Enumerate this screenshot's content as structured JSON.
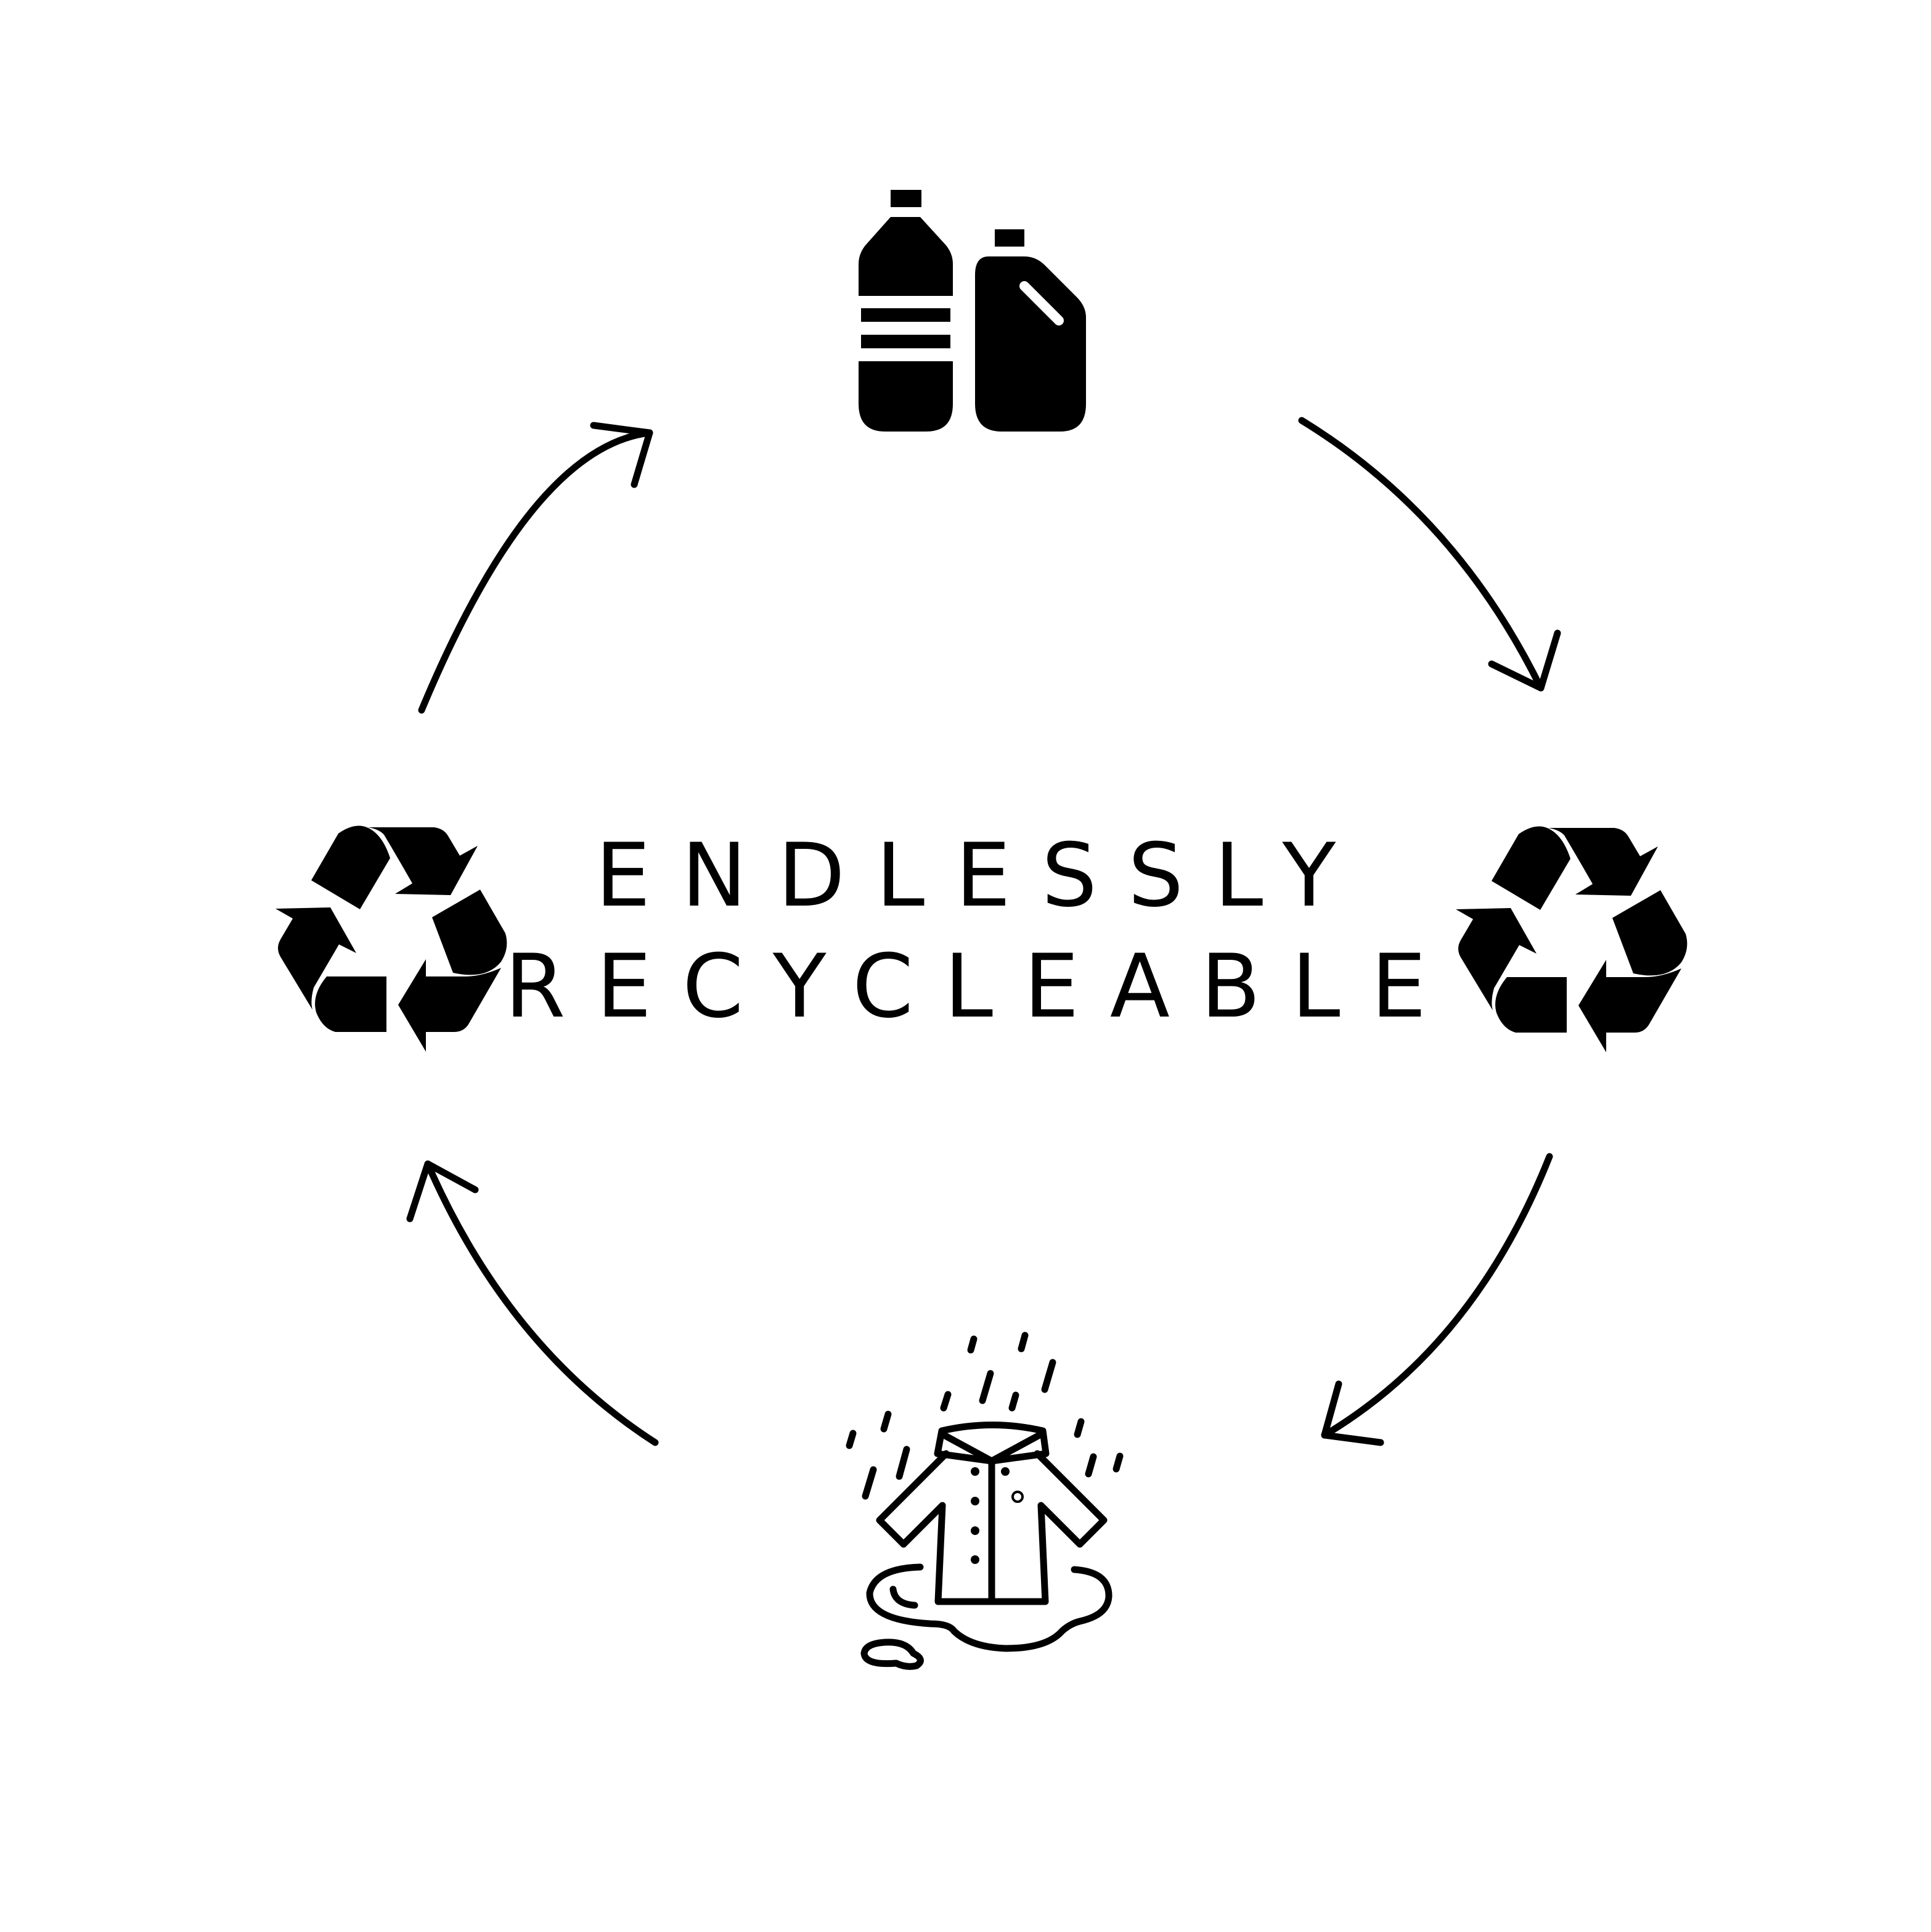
{
  "title": {
    "line1": "ENDLESSLY",
    "line2": "RECYCLEABLE"
  },
  "colors": {
    "ink": "#000000",
    "background": "#ffffff"
  },
  "nodes": [
    {
      "name": "plastic-bottles",
      "icon": "plastic-bottles-icon"
    },
    {
      "name": "recycling-right",
      "icon": "recycle-icon"
    },
    {
      "name": "raincoat",
      "icon": "raincoat-icon"
    },
    {
      "name": "recycling-left",
      "icon": "recycle-icon"
    }
  ],
  "cycle_direction": "clockwise"
}
